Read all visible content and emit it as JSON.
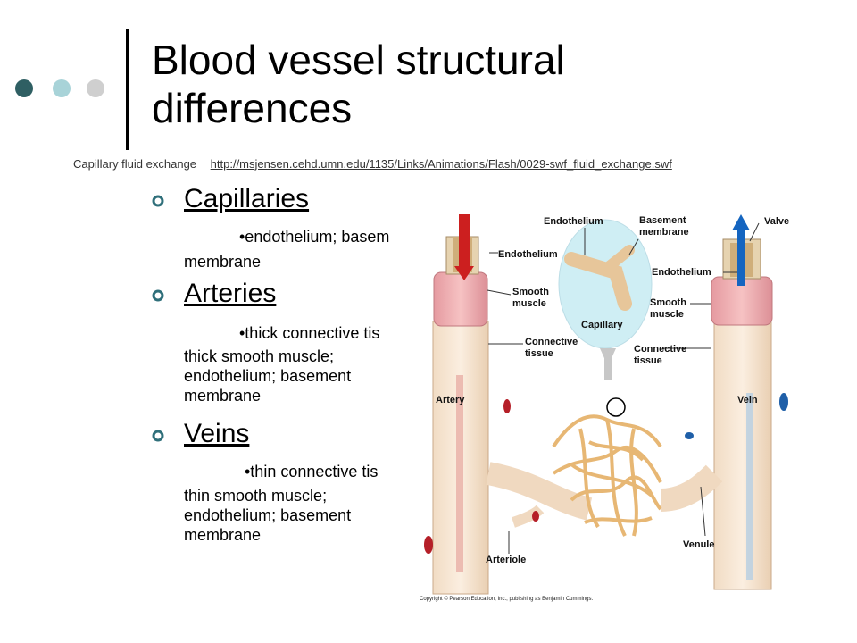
{
  "slide": {
    "title_line1": "Blood vessel structural",
    "title_line2": "differences",
    "subtitle_label": "Capillary fluid exchange",
    "subtitle_link": "http://msjensen.cehd.umn.edu/1135/Links/Animations/Flash/0029-swf_fluid_exchange.swf",
    "dot_colors": [
      "#2f5f63",
      "#a8d3d8",
      "#cfcfcf"
    ]
  },
  "sections": [
    {
      "heading": "Capillaries",
      "line1": "•endothelium; basem",
      "line2": "membrane"
    },
    {
      "heading": "Arteries",
      "line1": "•thick connective tis",
      "line2": "thick smooth muscle;",
      "line3": "endothelium; basement",
      "line4": "membrane"
    },
    {
      "heading": "Veins",
      "line1": "•thin connective tis",
      "line2": "thin smooth muscle;",
      "line3": "endothelium; basement",
      "line4": "membrane"
    }
  ],
  "figure": {
    "labels": {
      "endothelium_top": "Endothelium",
      "basement_membrane": "Basement membrane",
      "valve": "Valve",
      "endothelium_left": "Endothelium",
      "smooth_muscle_left": "Smooth muscle",
      "capillary": "Capillary",
      "endothelium_right": "Endothelium",
      "smooth_muscle_right": "Smooth muscle",
      "connective_tissue_left": "Connective tissue",
      "connective_tissue_right": "Connective tissue",
      "artery": "Artery",
      "vein": "Vein",
      "arteriole": "Arteriole",
      "venule": "Venule"
    },
    "copyright": "Copyright © Pearson Education, Inc., publishing as Benjamin Cummings."
  }
}
